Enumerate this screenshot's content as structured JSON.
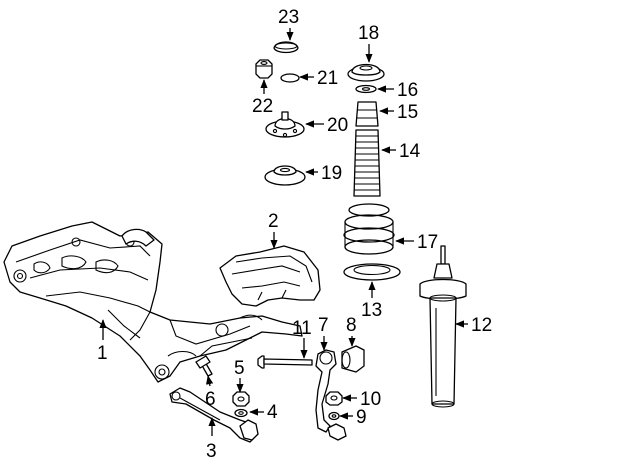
{
  "callouts": [
    {
      "id": "c1",
      "label": "1"
    },
    {
      "id": "c2",
      "label": "2"
    },
    {
      "id": "c3",
      "label": "3"
    },
    {
      "id": "c4",
      "label": "4"
    },
    {
      "id": "c5",
      "label": "5"
    },
    {
      "id": "c6",
      "label": "6"
    },
    {
      "id": "c7",
      "label": "7"
    },
    {
      "id": "c8",
      "label": "8"
    },
    {
      "id": "c9",
      "label": "9"
    },
    {
      "id": "c10",
      "label": "10"
    },
    {
      "id": "c11",
      "label": "11"
    },
    {
      "id": "c12",
      "label": "12"
    },
    {
      "id": "c13",
      "label": "13"
    },
    {
      "id": "c14",
      "label": "14"
    },
    {
      "id": "c15",
      "label": "15"
    },
    {
      "id": "c16",
      "label": "16"
    },
    {
      "id": "c17",
      "label": "17"
    },
    {
      "id": "c18",
      "label": "18"
    },
    {
      "id": "c19",
      "label": "19"
    },
    {
      "id": "c20",
      "label": "20"
    },
    {
      "id": "c21",
      "label": "21"
    },
    {
      "id": "c22",
      "label": "22"
    },
    {
      "id": "c23",
      "label": "23"
    }
  ]
}
